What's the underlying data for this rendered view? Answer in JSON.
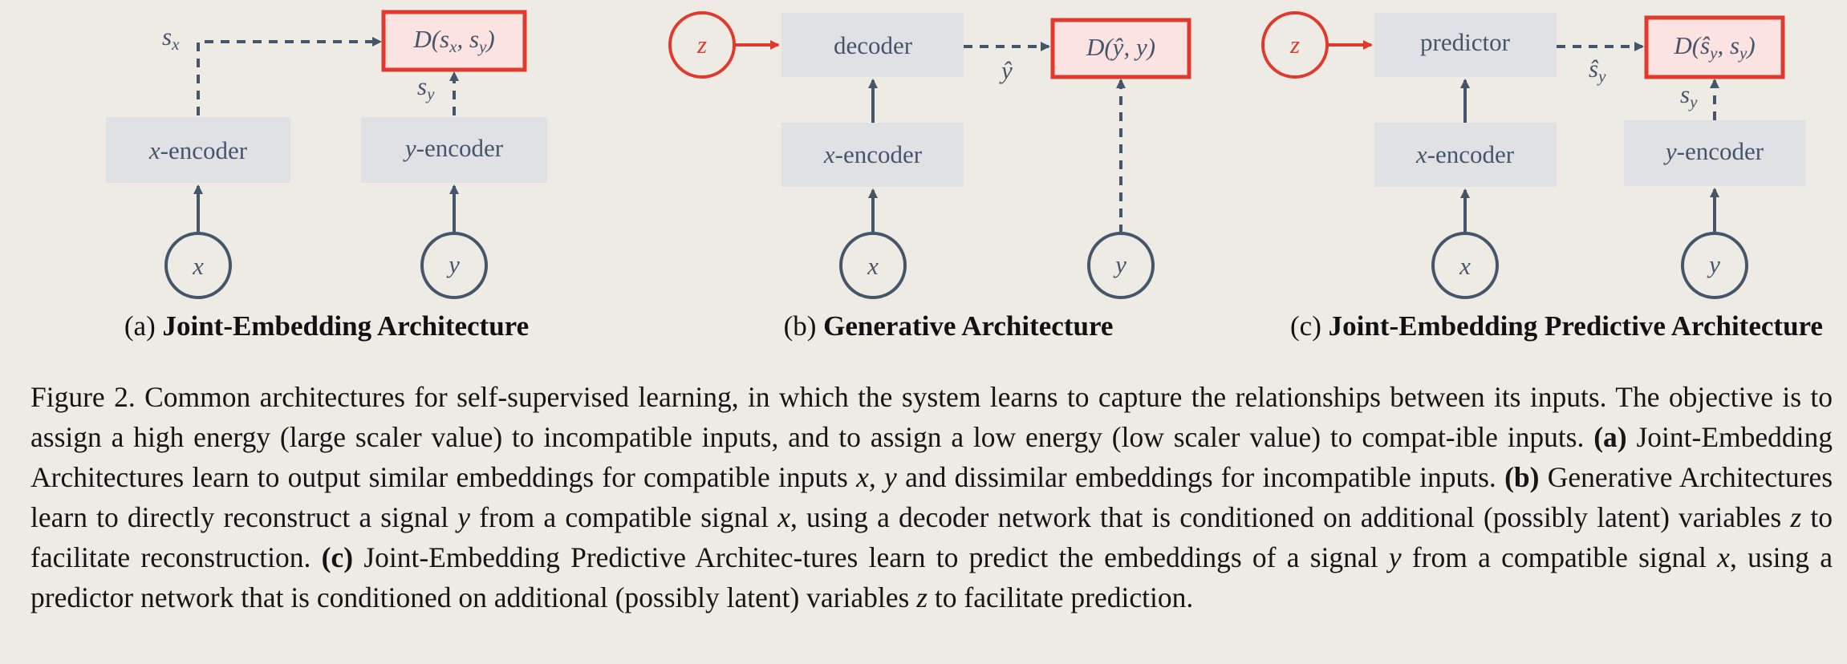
{
  "subfigures": {
    "a": {
      "label": "(a)",
      "title": "Joint-Embedding Architecture",
      "x_encoder": {
        "var": "x",
        "suffix": "-encoder"
      },
      "y_encoder": {
        "var": "y",
        "suffix": "-encoder"
      },
      "energy": {
        "pre": "D(",
        "a": "s",
        "a_sub": "x",
        "sep": ", ",
        "b": "s",
        "b_sub": "y",
        "post": ")"
      },
      "edge_sx": {
        "base": "s",
        "sub": "x"
      },
      "edge_sy": {
        "base": "s",
        "sub": "y"
      },
      "input_x": "x",
      "input_y": "y"
    },
    "b": {
      "label": "(b)",
      "title": "Generative Architecture",
      "latent": "z",
      "decoder": "decoder",
      "x_encoder": {
        "var": "x",
        "suffix": "-encoder"
      },
      "energy": {
        "pre": "D(",
        "a": "ŷ",
        "sep": ", ",
        "b": "y",
        "post": ")"
      },
      "edge_yhat": "ŷ",
      "input_x": "x",
      "input_y": "y"
    },
    "c": {
      "label": "(c)",
      "title": "Joint-Embedding Predictive Architecture",
      "latent": "z",
      "predictor": "predictor",
      "x_encoder": {
        "var": "x",
        "suffix": "-encoder"
      },
      "y_encoder": {
        "var": "y",
        "suffix": "-encoder"
      },
      "energy": {
        "pre": "D(",
        "a": "ŝ",
        "a_sub": "y",
        "sep": ", ",
        "b": "s",
        "b_sub": "y",
        "post": ")"
      },
      "edge_shat": {
        "base": "ŝ",
        "sub": "y"
      },
      "edge_sy": {
        "base": "s",
        "sub": "y"
      },
      "input_x": "x",
      "input_y": "y"
    }
  },
  "caption": {
    "figure_label": "Figure 2.",
    "s1": " Common architectures for self-supervised learning, in which the system learns to capture the relationships between its inputs. The objective is to assign a high energy (large scaler value) to incompatible inputs, and to assign a low energy (low scaler value) to compat-ible inputs. ",
    "a_label": "(a)",
    "s2": " Joint-Embedding Architectures learn to output similar embeddings for compatible inputs ",
    "v_xy": "x, y",
    "s3": " and dissimilar embeddings for incompatible inputs. ",
    "b_label": "(b)",
    "s4": " Generative Architectures learn to directly reconstruct a signal ",
    "v_y1": "y",
    "s5": " from a compatible signal ",
    "v_x1": "x",
    "s6": ", using a decoder network that is conditioned on additional (possibly latent) variables ",
    "v_z1": "z",
    "s7": " to facilitate reconstruction. ",
    "c_label": "(c)",
    "s8": " Joint-Embedding Predictive Architec-tures learn to predict the embeddings of a signal ",
    "v_y2": "y",
    "s9": " from a compatible signal ",
    "v_x2": "x",
    "s10": ", using a predictor network that is conditioned on additional (possibly latent) variables ",
    "v_z2": "z",
    "s11": " to facilitate prediction."
  },
  "colors": {
    "background": "#eeebe5",
    "box_fill": "#dfe1e4",
    "node_stroke": "#46566a",
    "accent_red": "#e03a2f",
    "energy_fill": "#fbe3e1"
  }
}
